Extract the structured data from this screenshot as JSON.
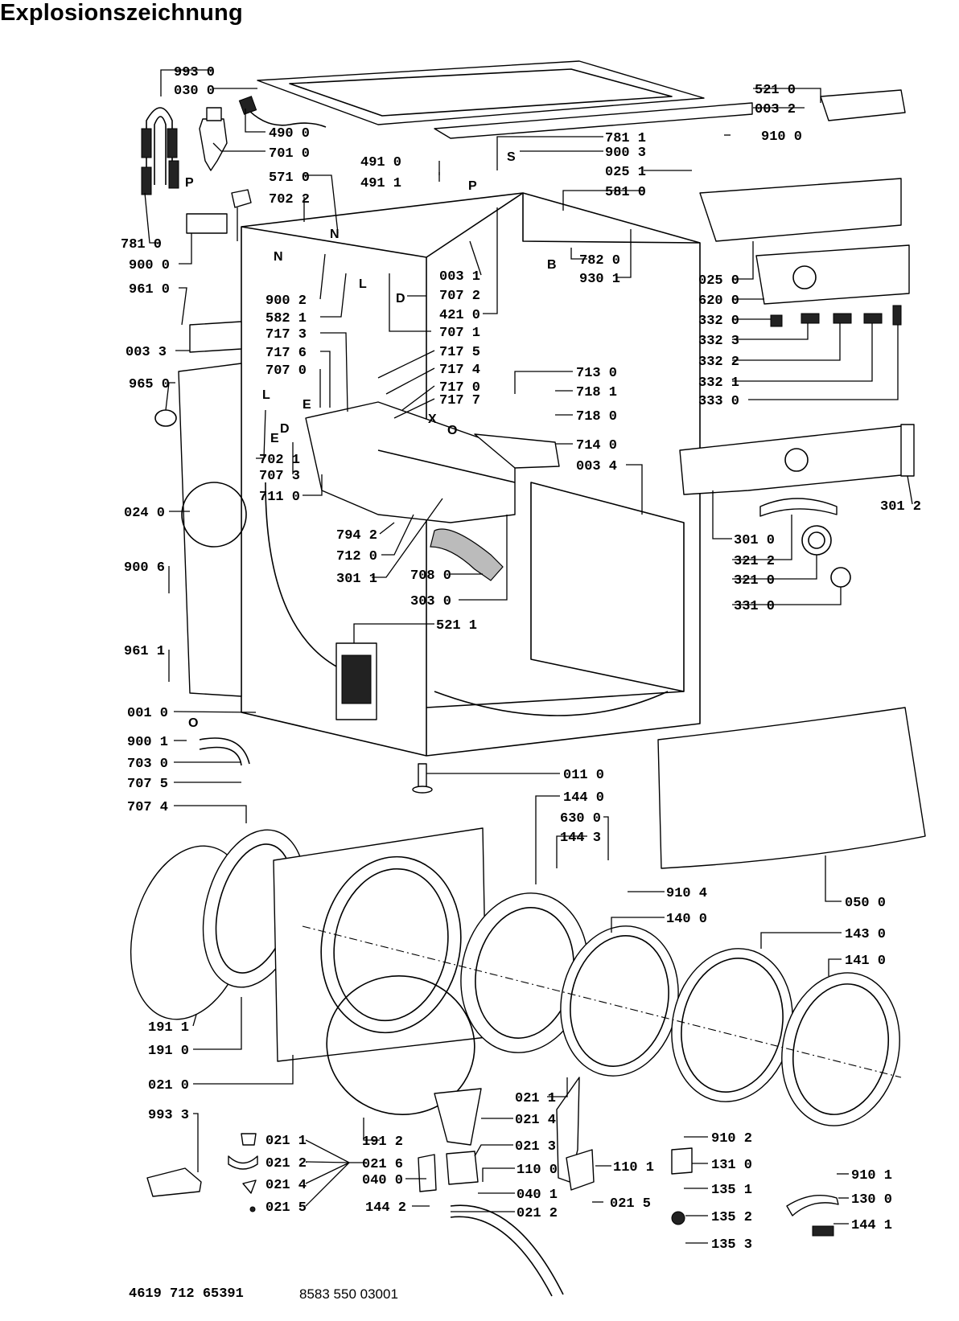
{
  "title": "Explosionszeichnung",
  "footer": {
    "left": "4619 712 65391",
    "right": "8583 550 03001"
  },
  "labels": [
    "993 0",
    "030 0",
    "490 0",
    "701 0",
    "571 0",
    "702 2",
    "781 0",
    "900 0",
    "961 0",
    "003 3",
    "965 0",
    "900 2",
    "582 1",
    "717 3",
    "717 6",
    "707 0",
    "702 1",
    "707 3",
    "711 0",
    "024 0",
    "900 6",
    "961 1",
    "001 0",
    "900 1",
    "703 0",
    "707 5",
    "707 4",
    "191 1",
    "191 0",
    "021 0",
    "993 3",
    "491 0",
    "491 1",
    "781 1",
    "900 3",
    "025 1",
    "581 0",
    "782 0",
    "930 1",
    "003 1",
    "707 2",
    "421 0",
    "707 1",
    "717 5",
    "717 4",
    "717 0",
    "717 7",
    "713 0",
    "718 1",
    "718 0",
    "714 0",
    "003 4",
    "794 2",
    "712 0",
    "301 1",
    "708 0",
    "303 0",
    "521 1",
    "011 0",
    "144 0",
    "630 0",
    "144 3",
    "910 4",
    "140 0",
    "143 0",
    "141 0",
    "050 0",
    "521 0",
    "003 2",
    "910 0",
    "025 0",
    "620 0",
    "332 0",
    "332 3",
    "332 2",
    "332 1",
    "333 0",
    "301 2",
    "301 0",
    "321 2",
    "321 0",
    "331 0",
    "021 1",
    "021 4",
    "021 3",
    "110 0",
    "040 1",
    "021 2",
    "191 2",
    "021 6",
    "040 0",
    "144 2",
    "021 1",
    "021 2",
    "021 4",
    "021 5",
    "110 1",
    "021 5",
    "910 2",
    "131 0",
    "135 1",
    "135 2",
    "135 3",
    "910 1",
    "130 0",
    "144 1"
  ],
  "letters": [
    "P",
    "N",
    "L",
    "D",
    "B",
    "S",
    "P",
    "L",
    "E",
    "D",
    "E",
    "X",
    "O",
    "O",
    "N"
  ],
  "icons": [
    "hose-icon",
    "power-cord-icon",
    "valve-icon",
    "drum-icon",
    "door-ring-icon",
    "panel-icon",
    "cabinet-icon",
    "leg-icon"
  ]
}
